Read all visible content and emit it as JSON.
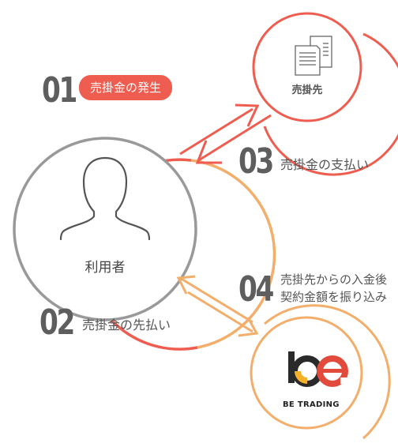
{
  "nodes": {
    "user": {
      "label": "利用者"
    },
    "seller": {
      "label": "売掛先"
    },
    "factor": {
      "label": "BE TRADING",
      "logo_glyph": "be"
    }
  },
  "steps": [
    {
      "number": "01",
      "text": "売掛金の発生"
    },
    {
      "number": "02",
      "text": "売掛金の先払い"
    },
    {
      "number": "03",
      "text": "売掛金の支払い"
    },
    {
      "number": "04",
      "text_line1": "売掛先からの入金後",
      "text_line2": "契約金額を振り込み"
    }
  ],
  "colors": {
    "red": "#ee5d50",
    "orange": "#f2ae6a",
    "gray": "#999999",
    "text": "#555555",
    "logo_dark": "#2a2a2a",
    "logo_red": "#e24b3b",
    "logo_yellow": "#f4b129"
  },
  "icons": [
    "person-icon",
    "document-stack-icon",
    "be-logo-icon"
  ]
}
